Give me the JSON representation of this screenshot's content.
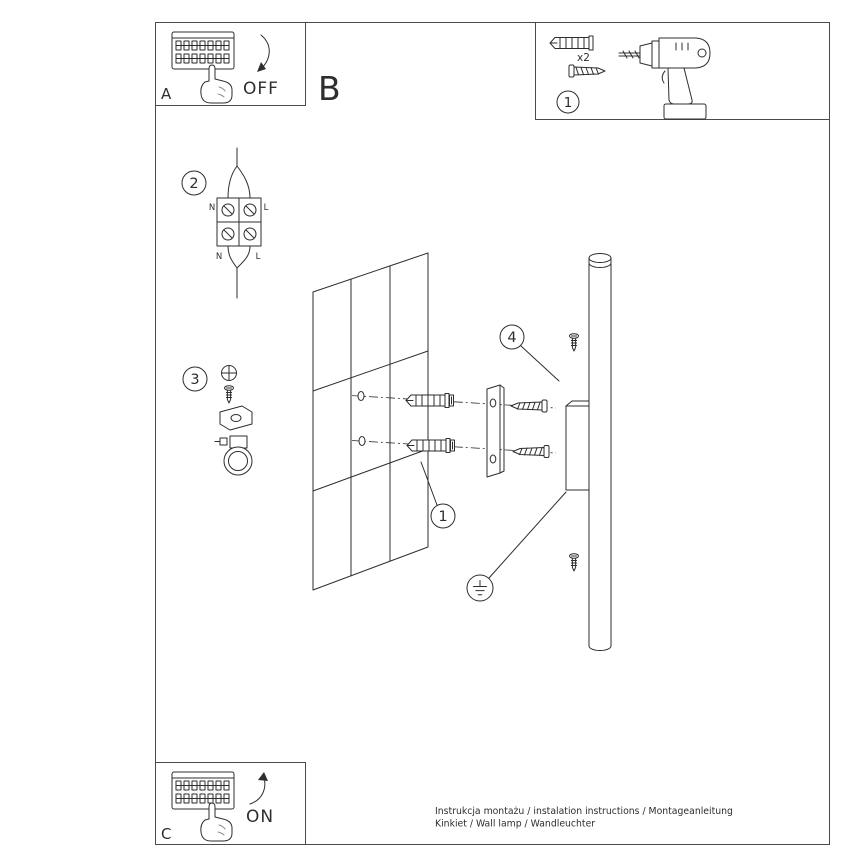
{
  "colors": {
    "ink": "#2e2e2e",
    "paper": "#ffffff"
  },
  "panel_a": {
    "letter": "A",
    "state": "OFF"
  },
  "section_b": {
    "letter": "B"
  },
  "toolbox": {
    "badge": "1",
    "quantity": "x2"
  },
  "step2": {
    "badge": "2",
    "labels": {
      "top_left": "N",
      "top_right": "L",
      "bottom_left": "N",
      "bottom_right": "L"
    }
  },
  "step3": {
    "badge": "3"
  },
  "assembly": {
    "wall_badge": "1",
    "bracket_badge": "4"
  },
  "panel_c": {
    "letter": "C",
    "state": "ON"
  },
  "footer": {
    "line1": "Instrukcja montażu / instalation instructions / Montageanleitung",
    "line2": "Kinkiet / Wall lamp / Wandleuchter"
  }
}
